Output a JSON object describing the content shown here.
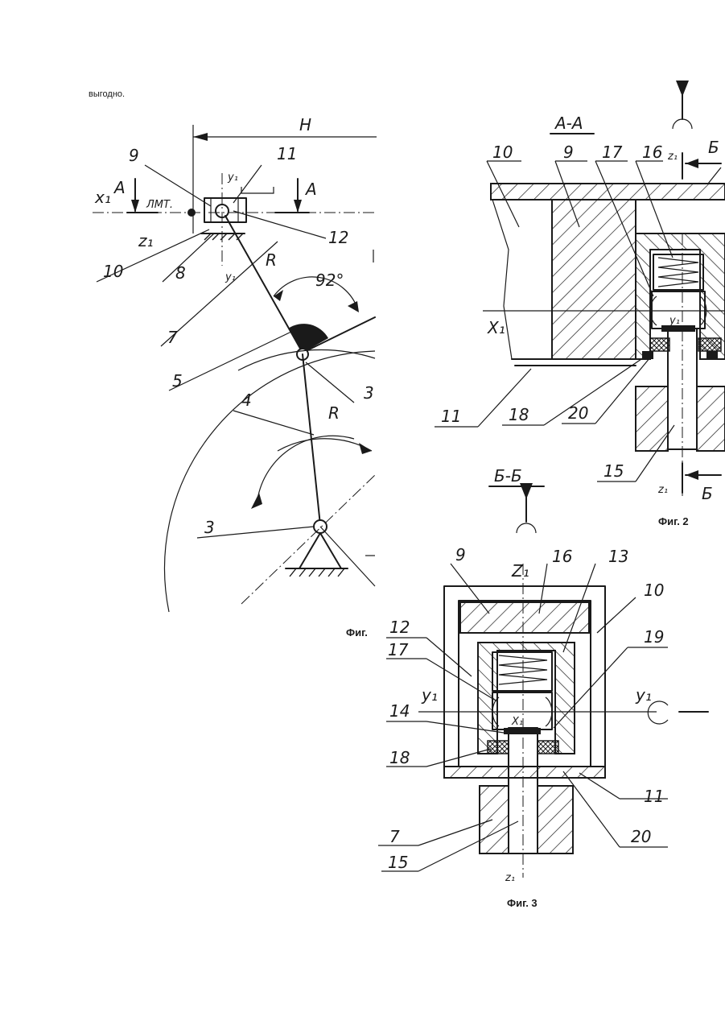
{
  "top_text": "выгодно.",
  "fig1": {
    "caption": "Фиг.",
    "dim_H": "H",
    "section_A_left": "A",
    "section_A_right": "A",
    "x_axis": "x₁",
    "y_axis_top": "y₁",
    "y_axis_bottom": "y₁",
    "z_axis": "z₁",
    "lmt": "ЛМТ.",
    "angle": "92°",
    "r_upper": "R",
    "r_lower": "R",
    "parts": [
      "9",
      "11",
      "12",
      "10",
      "8",
      "7",
      "5",
      "3",
      "4",
      "3"
    ]
  },
  "fig2": {
    "caption": "Фиг. 2",
    "section": "A-A",
    "x_axis": "X₁",
    "y_axis": "y₁",
    "z_axis_top": "z₁",
    "z_axis_bottom": "z₁",
    "section_B_top": "Б",
    "section_B_bottom": "Б",
    "parts": [
      "10",
      "9",
      "17",
      "16",
      "11",
      "18",
      "20",
      "15"
    ]
  },
  "fig3": {
    "caption": "Фиг. 3",
    "section": "Б-Б",
    "z_axis_top": "Z₁",
    "z_axis_bottom": "z₁",
    "y_axis_left": "y₁",
    "y_axis_right": "y₁",
    "x_axis": "X₁",
    "parts": [
      "9",
      "16",
      "13",
      "10",
      "12",
      "17",
      "19",
      "14",
      "18",
      "11",
      "7",
      "20",
      "15"
    ]
  }
}
